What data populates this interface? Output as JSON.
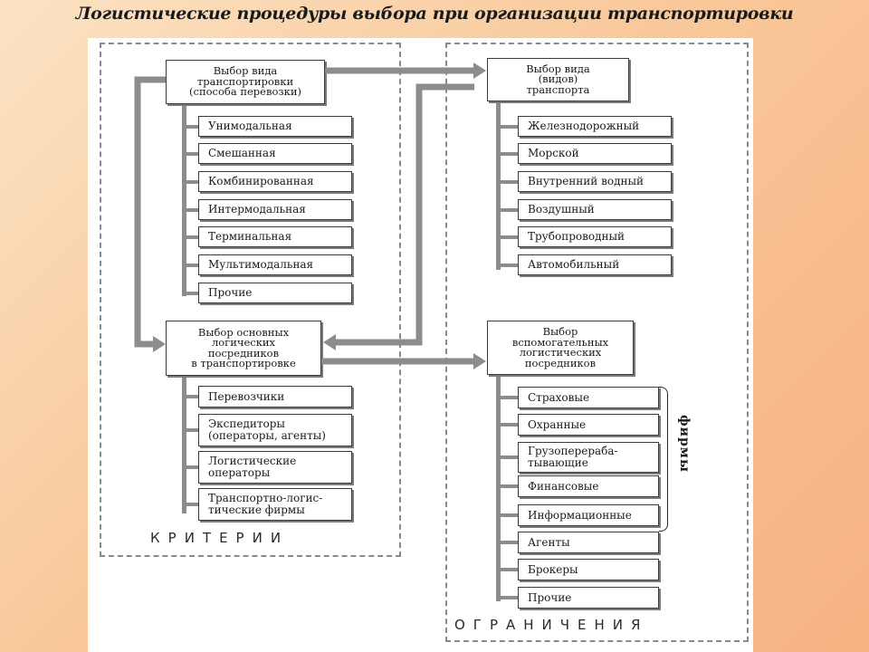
{
  "title": "Логистические процедуры выбора при организации транспортировки",
  "regions": {
    "criteria": "КРИТЕРИИ",
    "limits": "ОГРАНИЧЕНИЯ"
  },
  "firms_label": "фирмы",
  "left_top": {
    "header": [
      "Выбор вида",
      "транспортировки",
      "(способа перевозки)"
    ],
    "items": [
      "Унимодальная",
      "Смешанная",
      "Комбинированная",
      "Интермодальная",
      "Терминальная",
      "Мультимодальная",
      "Прочие"
    ]
  },
  "right_top": {
    "header": [
      "Выбор вида",
      "(видов)",
      "транспорта"
    ],
    "items": [
      "Железнодорожный",
      "Морской",
      "Внутренний водный",
      "Воздушный",
      "Трубопроводный",
      "Автомобильный"
    ]
  },
  "left_bottom": {
    "header": [
      "Выбор основных",
      "логических",
      "посредников",
      "в транспортировке"
    ],
    "items": [
      [
        "Перевозчики"
      ],
      [
        "Экспедиторы",
        "(операторы, агенты)"
      ],
      [
        "Логистические",
        "операторы"
      ],
      [
        "Транспортно-логис-",
        "тические фирмы"
      ]
    ]
  },
  "right_bottom": {
    "header": [
      "Выбор",
      "вспомогательных",
      "логистических",
      "посредников"
    ],
    "items": [
      [
        "Страховые"
      ],
      [
        "Охранные"
      ],
      [
        "Грузоперераба-",
        "тывающие"
      ],
      [
        "Финансовые"
      ],
      [
        "Информационные"
      ],
      [
        "Агенты"
      ],
      [
        "Брокеры"
      ],
      [
        "Прочие"
      ]
    ]
  }
}
